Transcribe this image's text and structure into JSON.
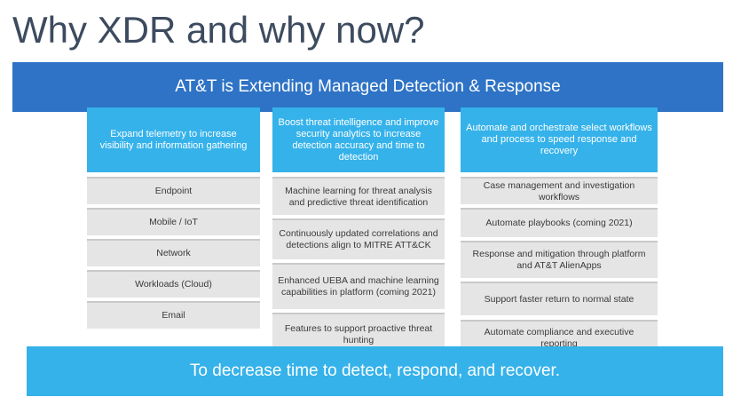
{
  "slide": {
    "title": "Why XDR and why now?",
    "banner": "AT&T is Extending Managed Detection & Response",
    "footer": "To decrease time to detect, respond, and recover."
  },
  "columns": [
    {
      "header": "Expand telemetry to increase visibility and information gathering",
      "items": [
        "Endpoint",
        "Mobile / IoT",
        "Network",
        "Workloads (Cloud)",
        "Email"
      ]
    },
    {
      "header": "Boost threat intelligence and improve security analytics to increase detection accuracy and time to detection",
      "items": [
        "Machine learning for threat analysis and predictive threat identification",
        "Continuously updated correlations and detections align to MITRE ATT&CK",
        "Enhanced UEBA and machine learning capabilities in platform (coming 2021)",
        "Features to support proactive threat hunting"
      ]
    },
    {
      "header": "Automate and orchestrate select workflows and process to speed response and recovery",
      "items": [
        "Case management and investigation workflows",
        "Automate playbooks (coming 2021)",
        "Response and mitigation through platform and AT&T AlienApps",
        "Support faster return to normal state",
        "Automate compliance and executive reporting"
      ]
    }
  ]
}
